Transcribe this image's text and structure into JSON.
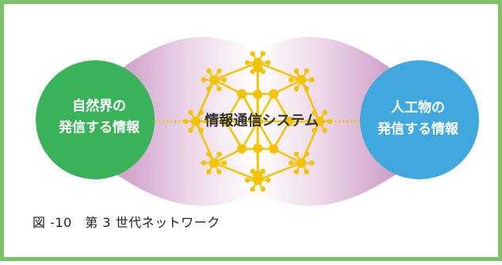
{
  "left_node": {
    "line1": "自然界の",
    "line2": "発信する情報",
    "color": "#3ab25a"
  },
  "right_node": {
    "line1": "人工物の",
    "line2": "発信する情報",
    "color": "#40a8dc"
  },
  "center_label": "情報通信システム",
  "caption": "図 -10　第 3 世代ネットワーク",
  "colors": {
    "border": "#7cc26a",
    "lens": "#c48bbd",
    "network": "#f5c200",
    "caption_text": "#222222"
  }
}
